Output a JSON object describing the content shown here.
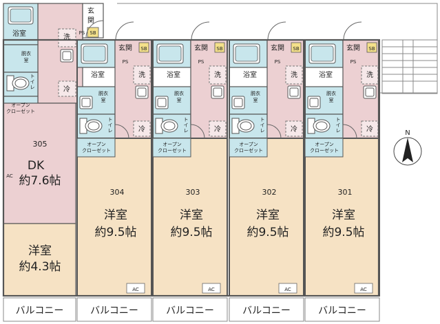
{
  "colors": {
    "floor_main": "#f6e2c4",
    "floor_pink": "#ecd0d2",
    "bath_fill": "#c8e6ec",
    "yellow_sb": "#f4e08a",
    "wall": "#555555",
    "balcony_rail": "#888888"
  },
  "icons": [
    "north-arrow-icon",
    "toilet-icon",
    "sink-icon",
    "bathtub-icon",
    "washer-icon",
    "fridge-icon",
    "door-swing-icon",
    "stair-icon"
  ],
  "compass": {
    "label": "N"
  },
  "units": [
    {
      "number": "305",
      "room_type": "DK",
      "room_size": "約7.6帖",
      "sub_room_type": "洋室",
      "sub_room_size": "約4.3帖",
      "entrance": "玄関",
      "sb": "SB",
      "bath": "浴室",
      "dressing": "脱衣室",
      "toilet": "トイレ",
      "closet": "オープン\nクローゼット",
      "washer": "洗",
      "fridge": "冷",
      "ps": "PS",
      "ac": "AC",
      "balcony": "バルコニー"
    },
    {
      "number": "304",
      "room_type": "洋室",
      "room_size": "約9.5帖",
      "entrance": "玄関",
      "sb": "SB",
      "bath": "浴室",
      "dressing": "脱衣室",
      "toilet": "トイレ",
      "closet": "オープン\nクローゼット",
      "washer": "洗",
      "fridge": "冷",
      "ps": "PS",
      "ac": "AC",
      "balcony": "バルコニー"
    },
    {
      "number": "303",
      "room_type": "洋室",
      "room_size": "約9.5帖",
      "entrance": "玄関",
      "sb": "SB",
      "bath": "浴室",
      "dressing": "脱衣室",
      "toilet": "トイレ",
      "closet": "オープン\nクローゼット",
      "washer": "洗",
      "fridge": "冷",
      "ps": "PS",
      "ac": "AC",
      "balcony": "バルコニー"
    },
    {
      "number": "302",
      "room_type": "洋室",
      "room_size": "約9.5帖",
      "entrance": "玄関",
      "sb": "SB",
      "bath": "浴室",
      "dressing": "脱衣室",
      "toilet": "トイレ",
      "closet": "オープン\nクローゼット",
      "washer": "洗",
      "fridge": "冷",
      "ps": "PS",
      "ac": "AC",
      "balcony": "バルコニー"
    },
    {
      "number": "301",
      "room_type": "洋室",
      "room_size": "約9.5帖",
      "entrance": "玄関",
      "sb": "SB",
      "bath": "浴室",
      "dressing": "脱衣室",
      "toilet": "トイレ",
      "closet": "オープン\nクローゼット",
      "washer": "洗",
      "fridge": "冷",
      "ps": "PS",
      "ac": "AC",
      "balcony": "バルコニー"
    }
  ]
}
